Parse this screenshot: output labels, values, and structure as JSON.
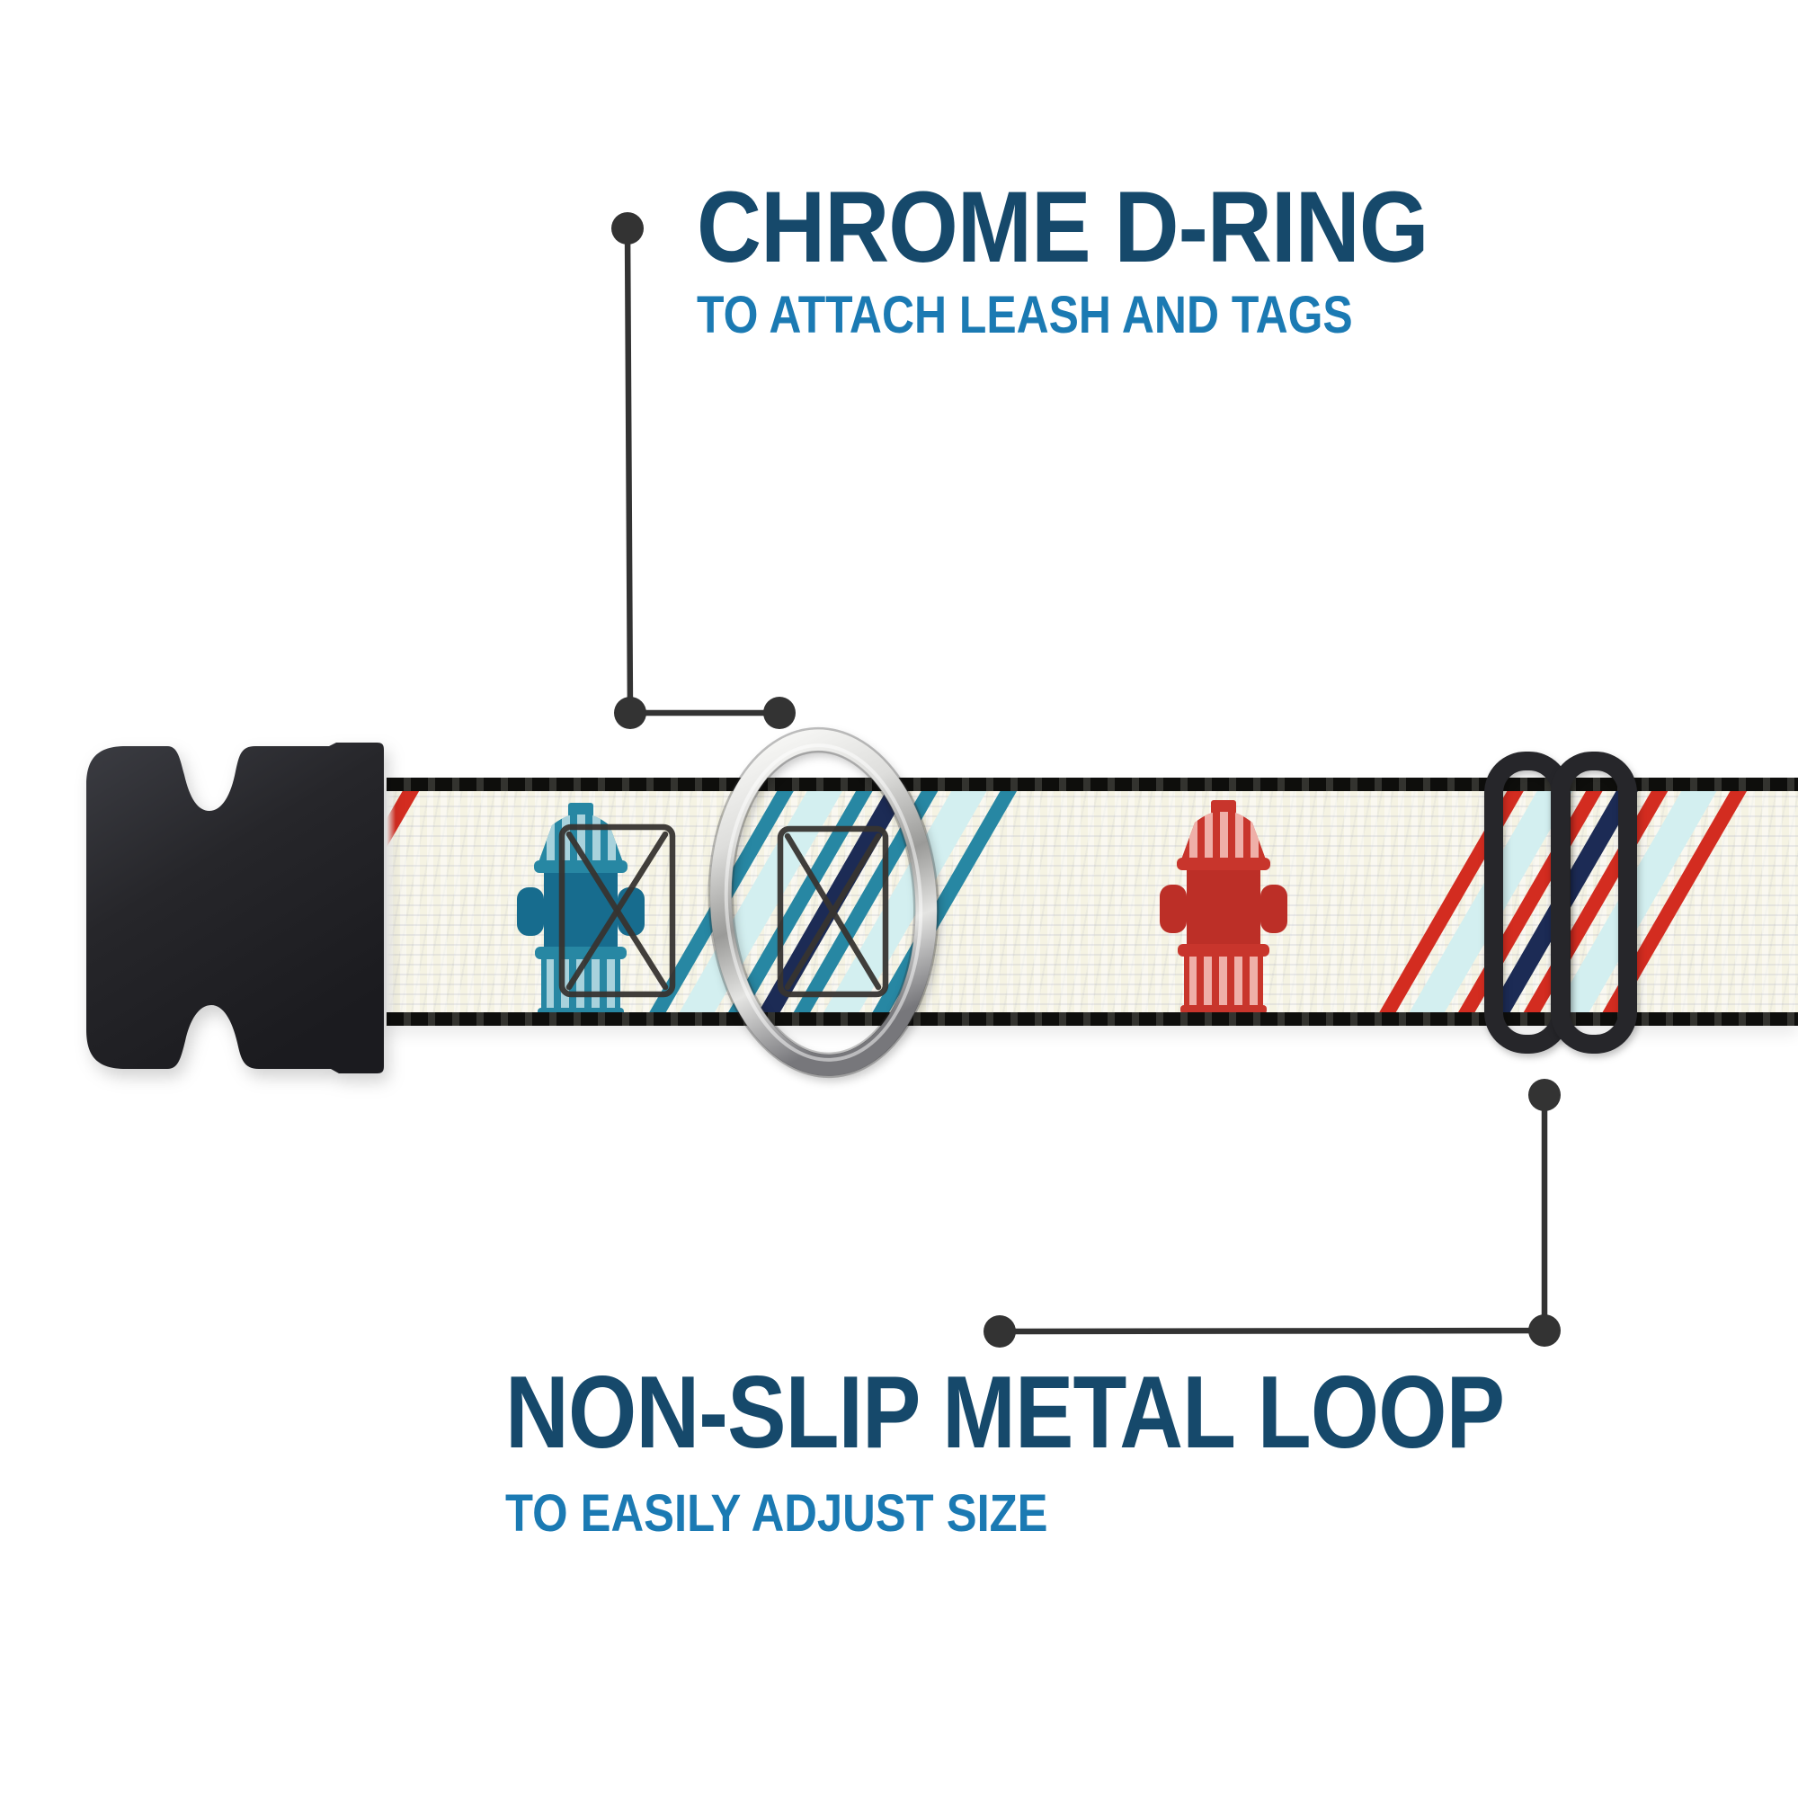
{
  "background": "#FFFFFF",
  "annotations": {
    "d_ring": {
      "title": "CHROME D-RING",
      "subtitle": "TO ATTACH LEASH AND TAGS"
    },
    "metal_loop": {
      "title": "NON-SLIP METAL LOOP",
      "subtitle": "TO EASILY ADJUST SIZE"
    }
  },
  "product": {
    "parts": [
      "black side-release plastic buckle",
      "cream patterned collar webbing with black braided edges",
      "chrome d-ring",
      "black non-slip metal tri-glide loop"
    ],
    "webbing_pattern": {
      "base": "cream woven webbing",
      "motifs": [
        "teal fire hydrant print",
        "red fire hydrant print",
        "black X stitch boxes",
        "diagonal stripe band teal / pale-cyan / navy",
        "diagonal stripe band red / pale-cyan / navy"
      ]
    }
  },
  "colors": {
    "title_navy": "#16496B",
    "subtitle_blue": "#1B7AB3",
    "callout": "#333333",
    "plastic_black": "#26262A",
    "webbing_cream": "#F5F3E3",
    "webbing_edge": "#1C1C1A",
    "teal": "#2787A3",
    "teal_dark": "#176C8E",
    "teal_light": "#A8D2DC",
    "pale_cyan": "#D3EFF0",
    "stripe_navy": "#1C2B55",
    "red": "#D32C20",
    "red_hydrant": "#C8352C",
    "red_hydrant_dark": "#BC2F27",
    "red_light": "#EFAFA8",
    "chrome_light": "#F8F8F6",
    "chrome_mid": "#C6C6C4",
    "chrome_dark": "#85858A",
    "stitch": "#373430"
  }
}
